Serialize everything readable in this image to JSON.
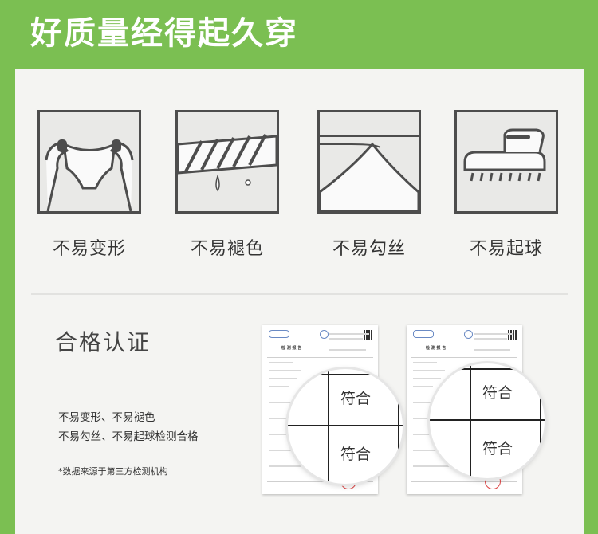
{
  "header": {
    "title": "好质量经得起久穿"
  },
  "features": [
    {
      "label": "不易变形",
      "icon": "stretched-underwear-icon"
    },
    {
      "label": "不易褪色",
      "icon": "twisted-fabric-dripping-icon"
    },
    {
      "label": "不易勾丝",
      "icon": "fabric-snag-icon"
    },
    {
      "label": "不易起球",
      "icon": "lint-brush-icon"
    }
  ],
  "certification": {
    "title": "合格认证",
    "line1": "不易变形、不易褪色",
    "line2": "不易勾丝、不易起球检测合格",
    "note": "*数据来源于第三方检测机构",
    "report_heading": "检 测 报 告",
    "magnifier_results": [
      "符合",
      "符合"
    ]
  },
  "colors": {
    "brand_green": "#7bbf52",
    "panel": "#f4f4f2",
    "icon_stroke": "#4d4d4d"
  }
}
